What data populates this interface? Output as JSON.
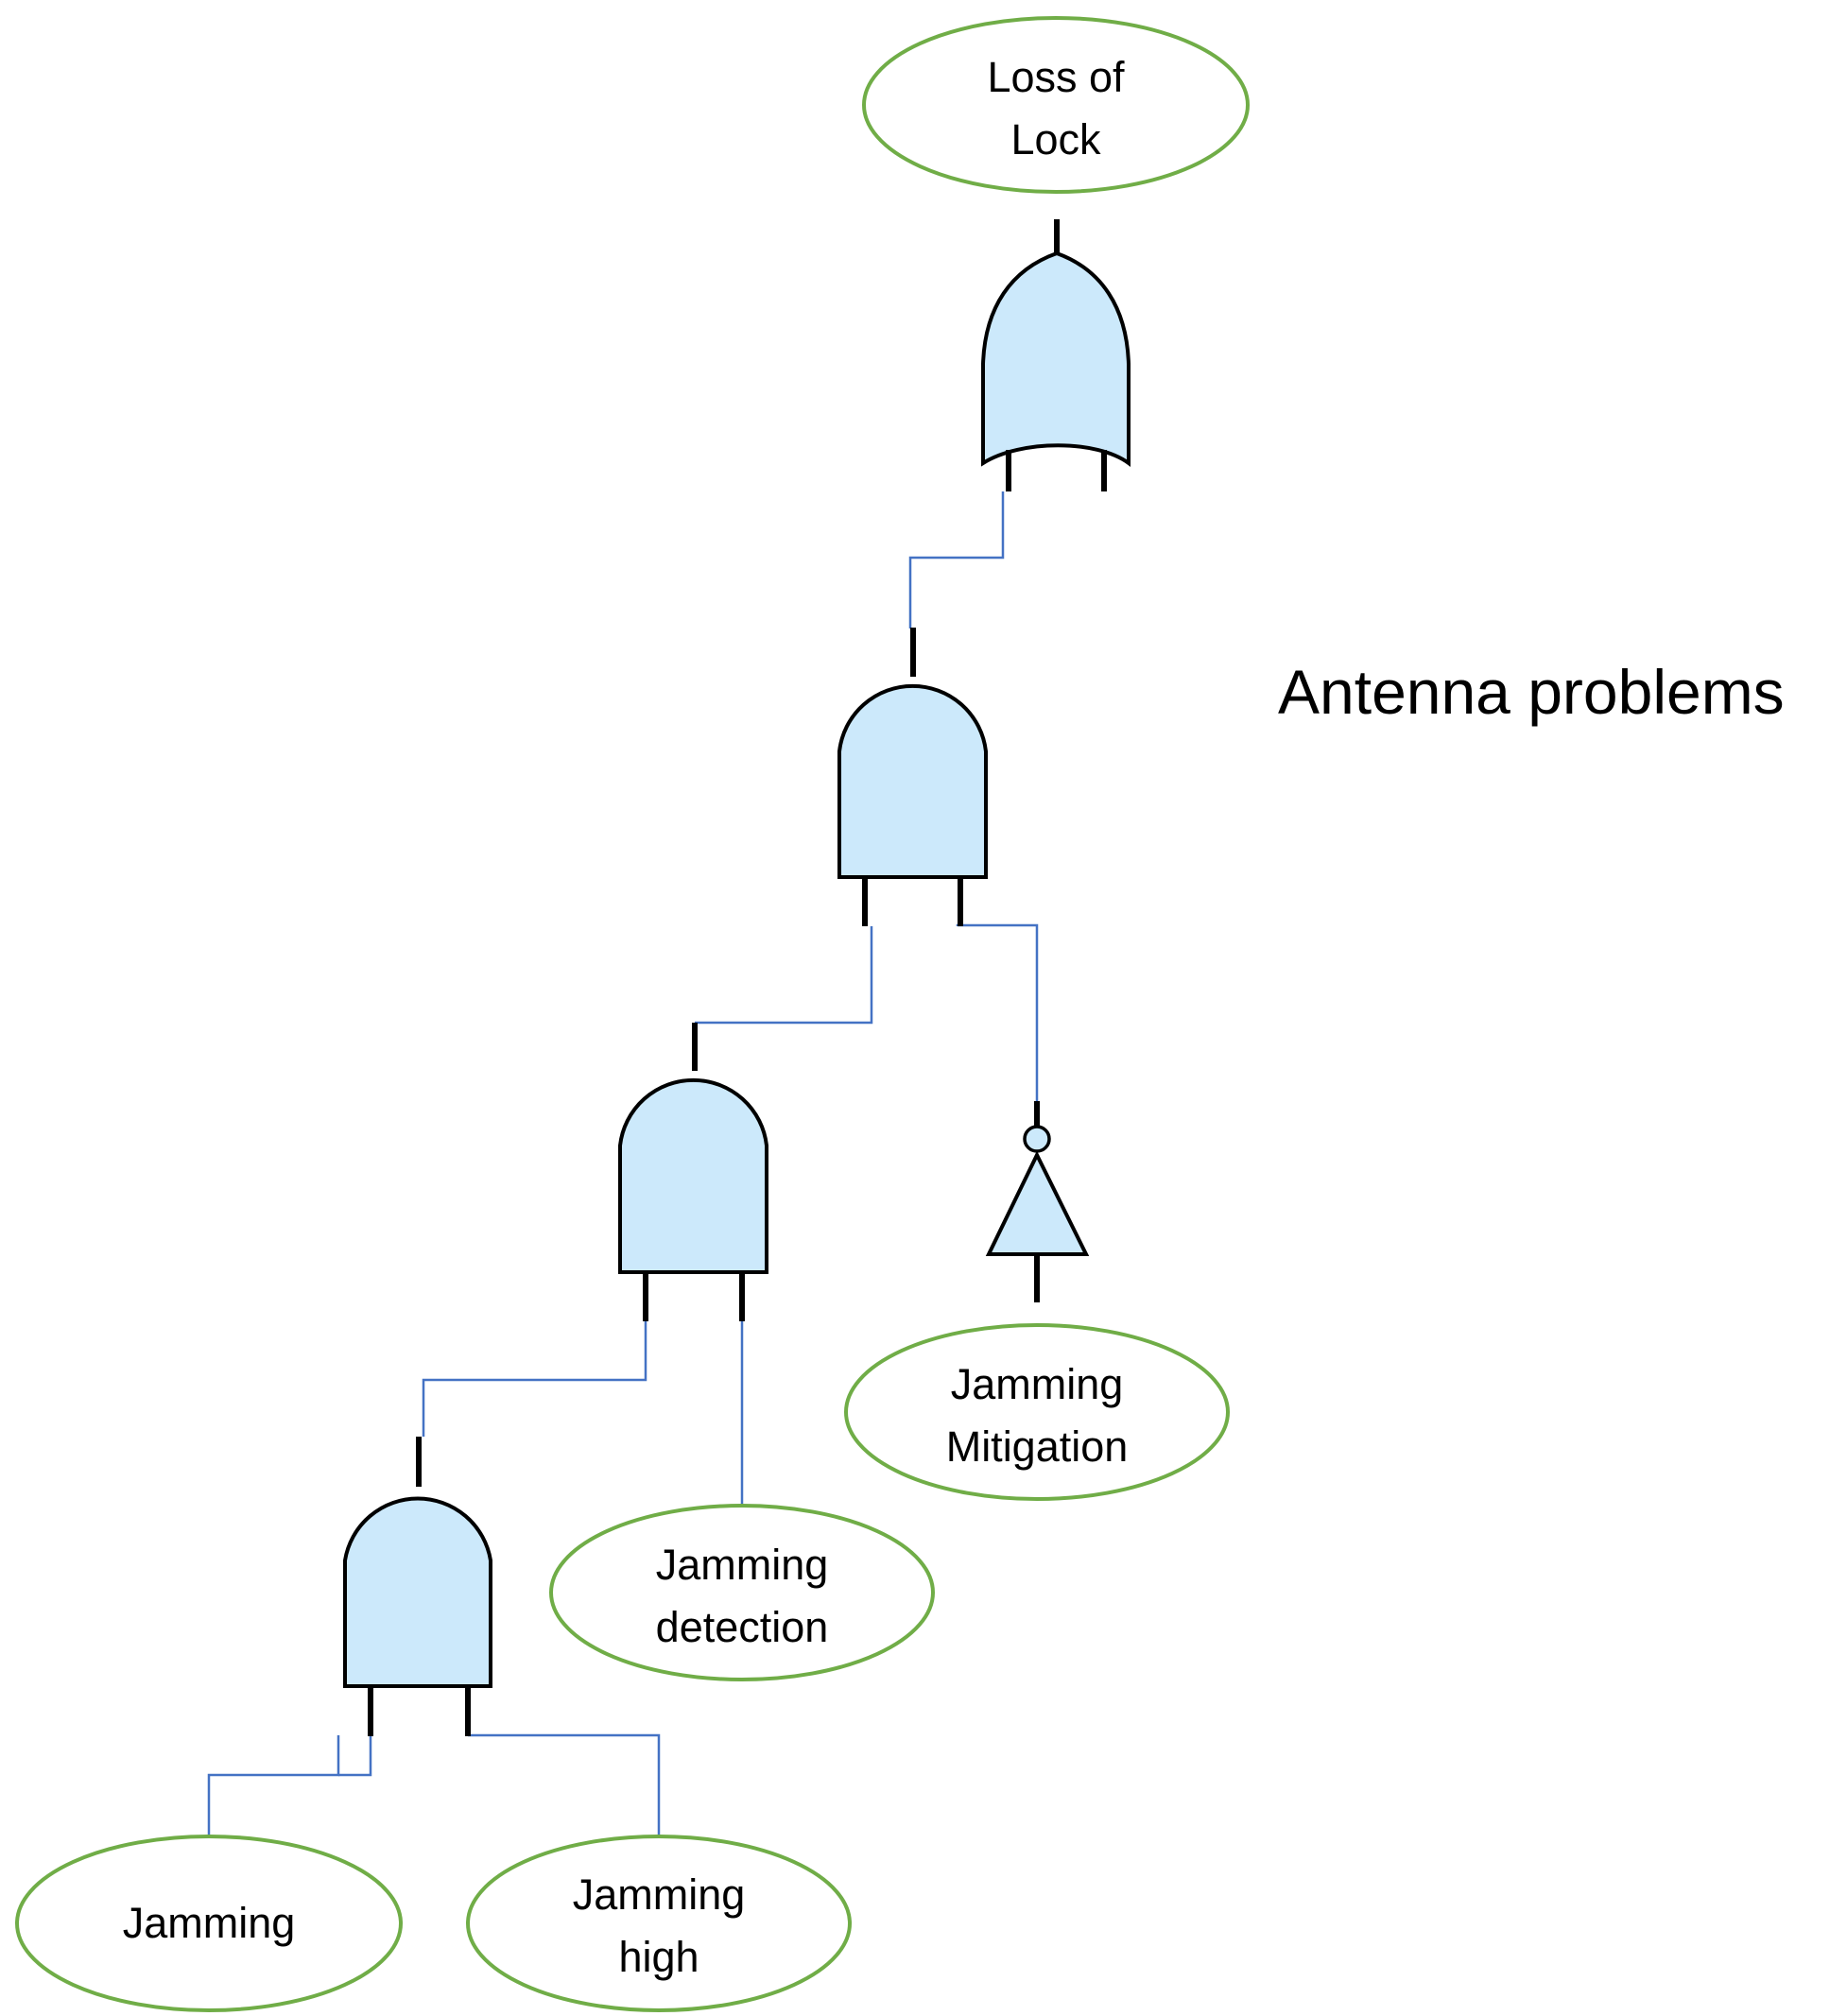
{
  "diagram_title": "Antenna problems",
  "events": {
    "top": {
      "lines": [
        "Loss of",
        "Lock"
      ]
    },
    "jamming_mitigation": {
      "lines": [
        "Jamming",
        "Mitigation"
      ]
    },
    "jamming_detection": {
      "lines": [
        "Jamming",
        "detection"
      ]
    },
    "jamming": {
      "lines": [
        "Jamming"
      ]
    },
    "jamming_high": {
      "lines": [
        "Jamming",
        "high"
      ]
    }
  },
  "gates": [
    {
      "id": "or-gate",
      "type": "OR"
    },
    {
      "id": "and-gate-1",
      "type": "AND"
    },
    {
      "id": "and-gate-2",
      "type": "AND"
    },
    {
      "id": "and-gate-3",
      "type": "AND"
    },
    {
      "id": "not-gate",
      "type": "NOT"
    }
  ],
  "colors": {
    "gate_fill": "#cce9fb",
    "event_outline": "#70ad47",
    "connector": "#4472c4"
  }
}
